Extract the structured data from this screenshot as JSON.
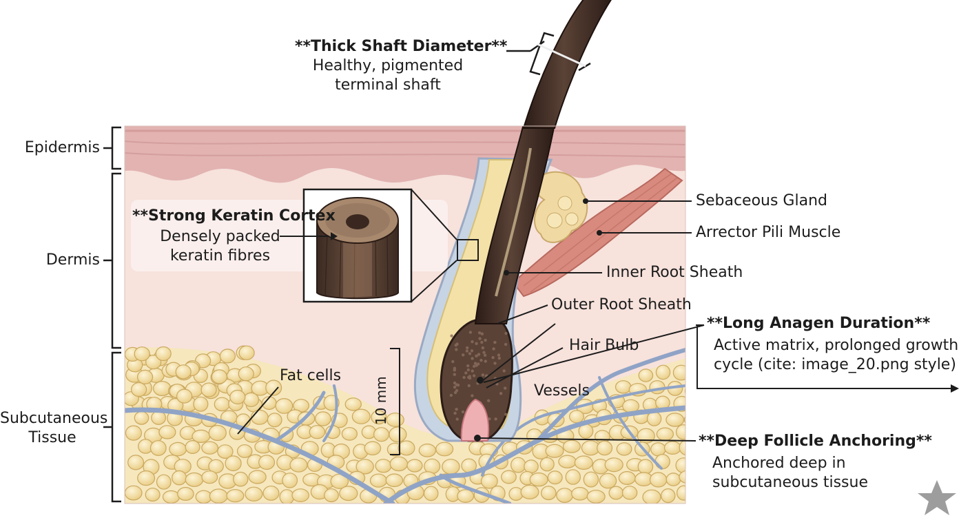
{
  "layers": {
    "epidermis": "Epidermis",
    "dermis": "Dermis",
    "subcutaneous": "Subcutaneous\nTissue"
  },
  "callouts": {
    "shaft": {
      "title": "**Thick Shaft Diameter**",
      "text": "Healthy, pigmented\nterminal shaft"
    },
    "cortex": {
      "title": "**Strong Keratin Cortex",
      "text": "Densely packed\nkeratin fibres"
    },
    "anagen": {
      "title": "**Long Anagen Duration**",
      "text": "Active matrix, prolonged growth\ncycle (cite: image_20.png style)"
    },
    "anchoring": {
      "title": "**Deep Follicle Anchoring**",
      "text": "Anchored deep in\nsubcutaneous tissue"
    }
  },
  "structures": {
    "sebaceous": "Sebaceous Gland",
    "arrector": "Arrector Pili Muscle",
    "inner_sheath": "Inner Root Sheath",
    "outer_sheath": "Outer Root Sheath",
    "bulb": "Hair Bulb",
    "vessels": "Vessels",
    "fat": "Fat cells"
  },
  "scale_label": "10 mm",
  "colors": {
    "epidermis": "#e2b3b1",
    "dermis": "#f7e2dc",
    "fat": "#f3dfa6",
    "hair": "#3e2a22",
    "vessel": "#8fa3c6",
    "muscle": "#d88a7e"
  },
  "icons": {
    "corner": "star-icon"
  }
}
